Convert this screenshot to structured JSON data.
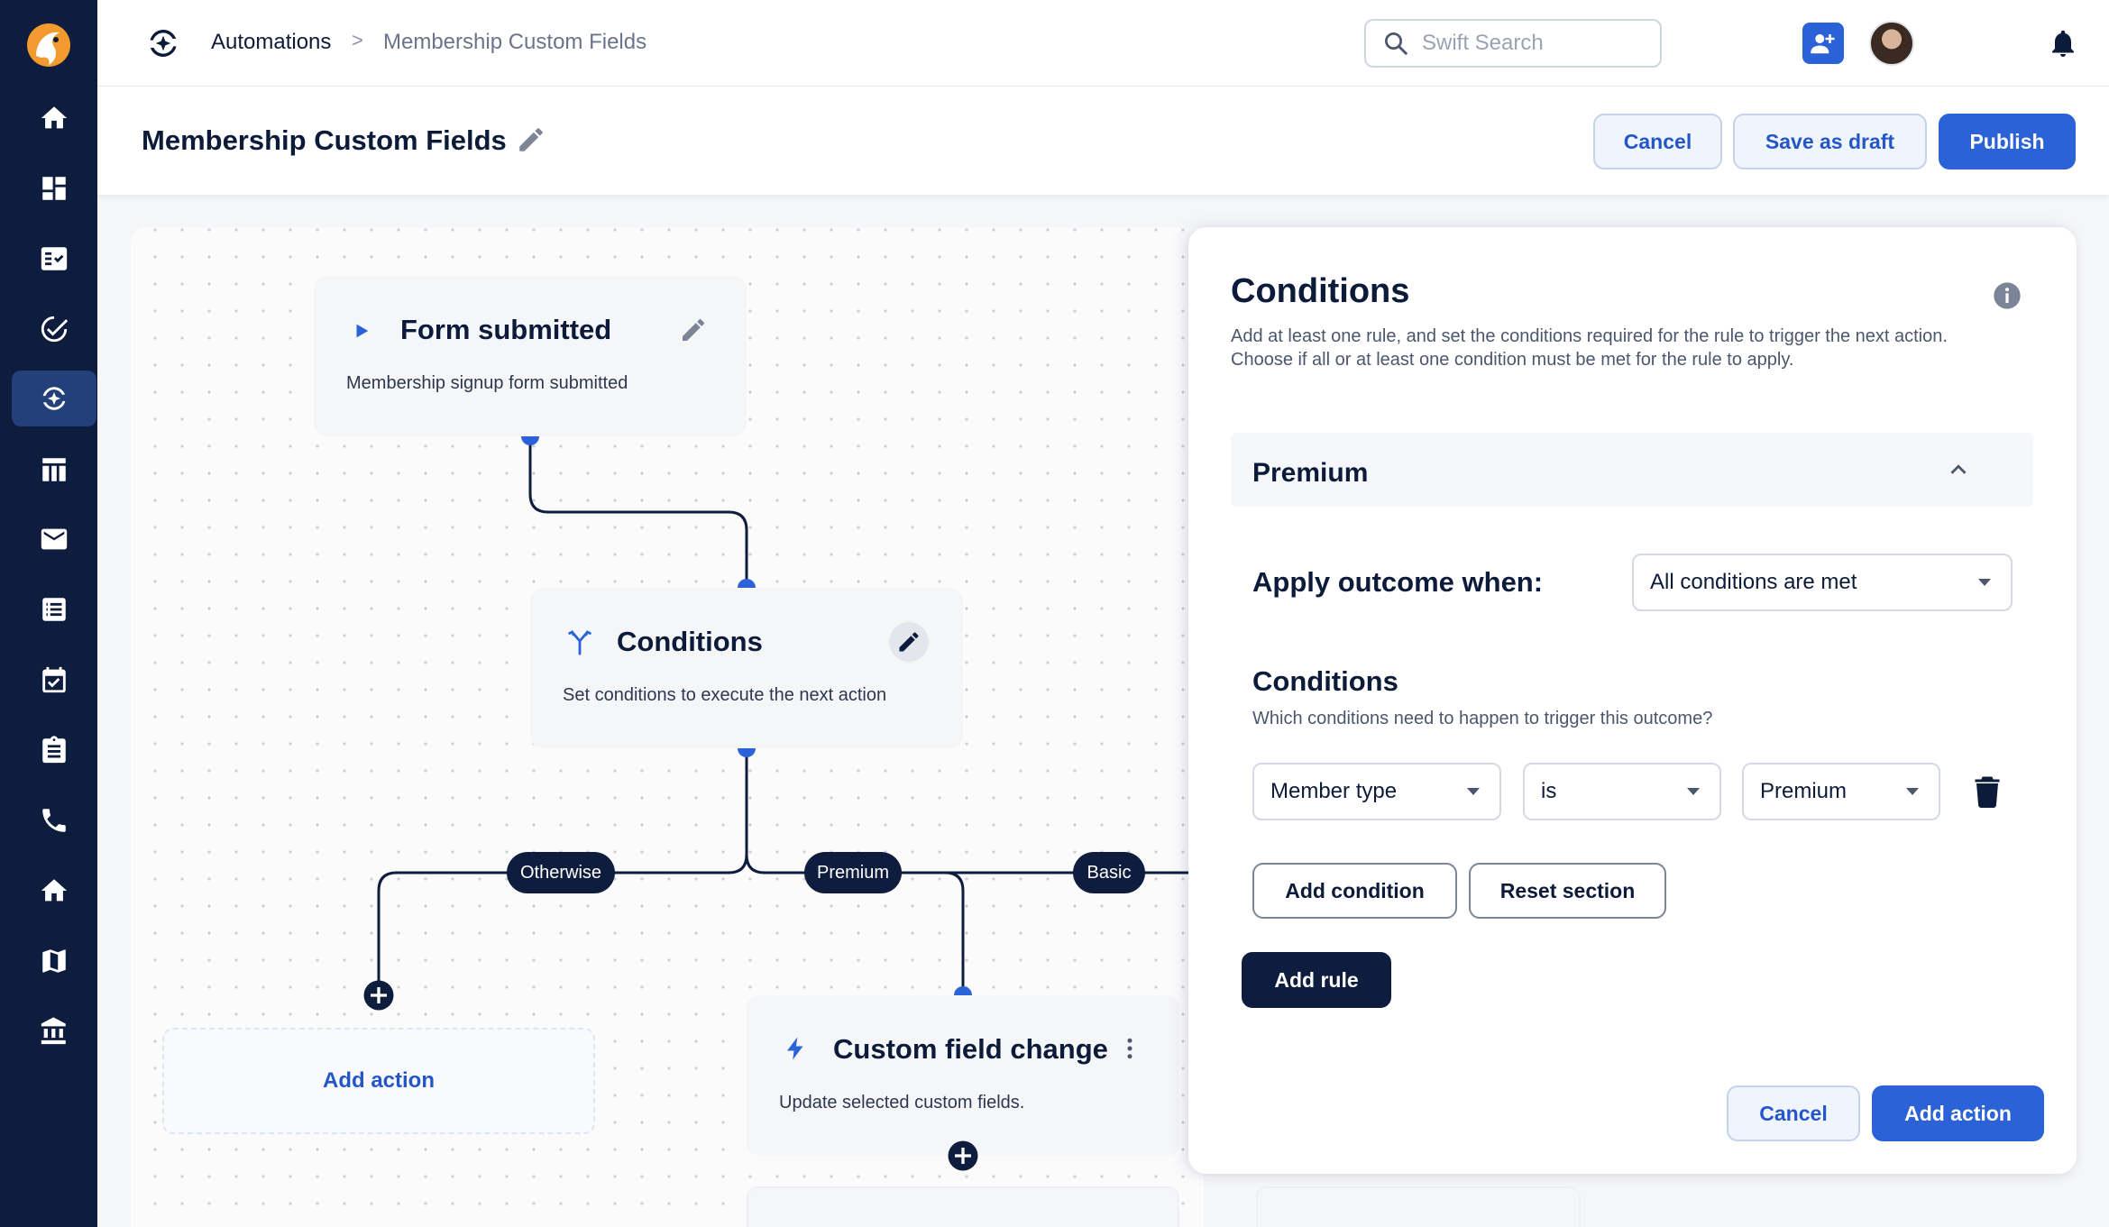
{
  "breadcrumb": {
    "root": "Automations",
    "separator": ">",
    "current": "Membership Custom Fields"
  },
  "search": {
    "placeholder": "Swift Search",
    "value": ""
  },
  "header": {
    "title": "Membership Custom Fields",
    "cancel_label": "Cancel",
    "draft_label": "Save as draft",
    "publish_label": "Publish"
  },
  "sidebar": {
    "items": [
      {
        "icon": "home-icon"
      },
      {
        "icon": "dashboard-icon"
      },
      {
        "icon": "checklist-icon"
      },
      {
        "icon": "check-circle-icon"
      },
      {
        "icon": "automation-icon",
        "active": true
      },
      {
        "icon": "table-icon"
      },
      {
        "icon": "mail-icon"
      },
      {
        "icon": "list-icon"
      },
      {
        "icon": "calendar-check-icon"
      },
      {
        "icon": "clipboard-icon"
      },
      {
        "icon": "phone-icon"
      },
      {
        "icon": "house-icon"
      },
      {
        "icon": "map-icon"
      },
      {
        "icon": "bank-icon"
      }
    ]
  },
  "flow": {
    "trigger": {
      "title": "Form submitted",
      "description": "Membership signup form submitted"
    },
    "conditions": {
      "title": "Conditions",
      "description": "Set conditions to execute the next action"
    },
    "branches": {
      "otherwise": "Otherwise",
      "premium": "Premium",
      "basic": "Basic"
    },
    "add_action_label": "Add action",
    "custom_field": {
      "title": "Custom field change",
      "description": "Update selected custom fields."
    }
  },
  "panel": {
    "title": "Conditions",
    "description": "Add at least one rule, and set the conditions required for the rule to trigger the next action. Choose if all or at least one condition must be met for the rule to apply.",
    "section": {
      "name": "Premium"
    },
    "apply_label": "Apply outcome when:",
    "apply_value": "All conditions are met",
    "conditions_label": "Conditions",
    "conditions_description": "Which conditions need to happen to trigger this outcome?",
    "condition_row": {
      "field": "Member type",
      "operator": "is",
      "value": "Premium"
    },
    "add_condition_label": "Add condition",
    "reset_section_label": "Reset section",
    "add_rule_label": "Add rule",
    "cancel_label": "Cancel",
    "add_action_label": "Add action"
  },
  "colors": {
    "sidebar": "#0e1c3d",
    "primary": "#2b62d8",
    "node_dot": "#2b62d8",
    "dark_button": "#0e1c3d"
  }
}
